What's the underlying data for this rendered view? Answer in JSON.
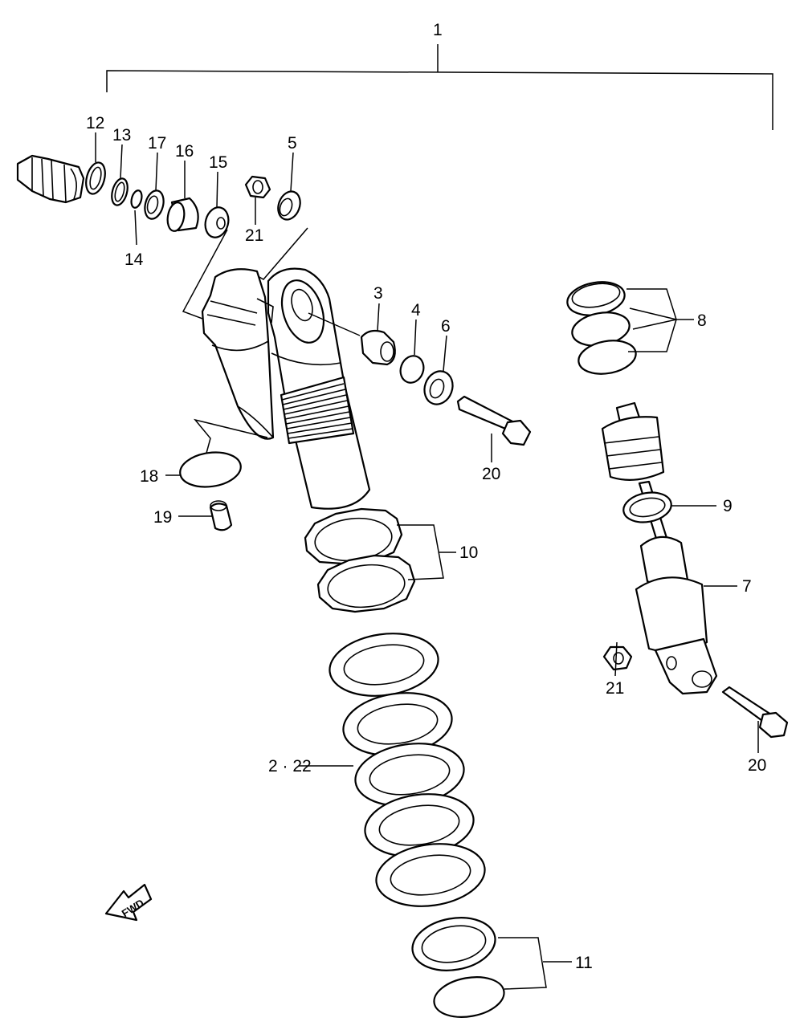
{
  "diagram": {
    "labels": {
      "p1": "1",
      "p2_22": "2 · 22",
      "p3": "3",
      "p4": "4",
      "p5": "5",
      "p6": "6",
      "p7": "7",
      "p8": "8",
      "p9": "9",
      "p10": "10",
      "p11": "11",
      "p12": "12",
      "p13": "13",
      "p14": "14",
      "p15": "15",
      "p16": "16",
      "p17": "17",
      "p18": "18",
      "p19": "19",
      "p20a": "20",
      "p20b": "20",
      "p21a": "21",
      "p21b": "21"
    },
    "fwd_arrow": {
      "text": "FWD"
    }
  }
}
